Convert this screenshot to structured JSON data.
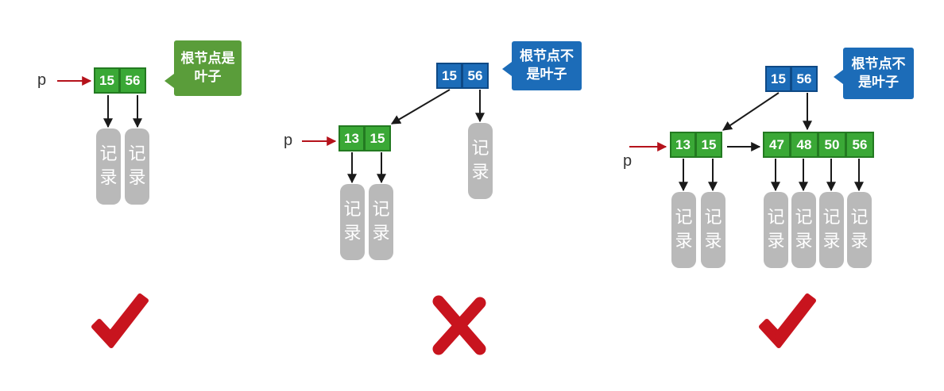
{
  "pointer_label": "p",
  "record_chars": [
    "记",
    "录"
  ],
  "colors": {
    "leaf": "#3aa836",
    "internal": "#1c6cb8",
    "record": "#b9b9b9",
    "pointer": "#b5121b",
    "verdict": "#c8141e"
  },
  "panels": [
    {
      "root": {
        "keys": [
          "15",
          "56"
        ]
      },
      "callout": {
        "line1": "根节点是",
        "line2": "叶子"
      },
      "verdict": "correct"
    },
    {
      "root": {
        "keys": [
          "15",
          "56"
        ]
      },
      "child": {
        "keys": [
          "13",
          "15"
        ]
      },
      "callout": {
        "line1": "根节点不",
        "line2": "是叶子"
      },
      "verdict": "incorrect"
    },
    {
      "root": {
        "keys": [
          "15",
          "56"
        ]
      },
      "child_left": {
        "keys": [
          "13",
          "15"
        ]
      },
      "child_right": {
        "keys": [
          "47",
          "48",
          "50",
          "56"
        ]
      },
      "callout": {
        "line1": "根节点不",
        "line2": "是叶子"
      },
      "verdict": "correct"
    }
  ]
}
